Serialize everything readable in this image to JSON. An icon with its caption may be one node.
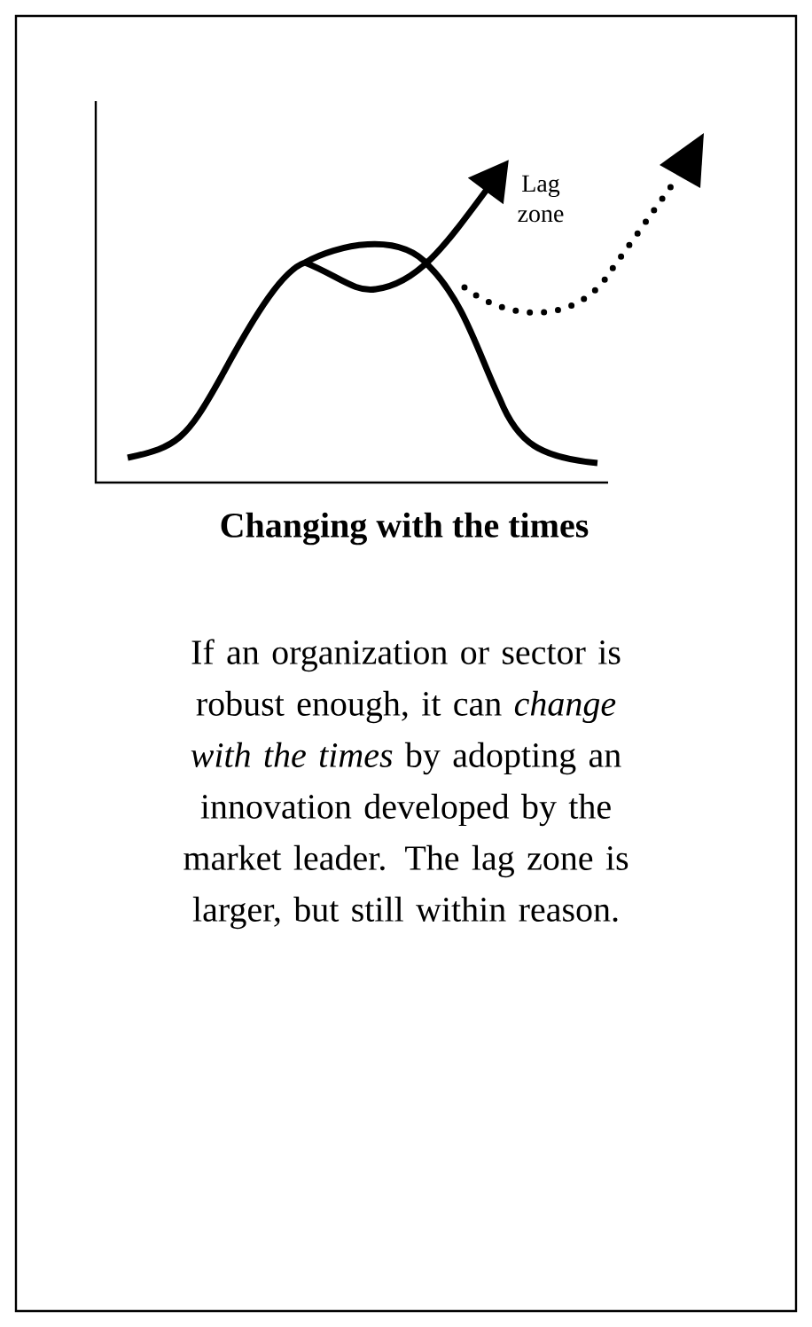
{
  "diagram": {
    "title": "Changing with the times",
    "caption": "If an organization or sector is robust enough, it can *change with the times* by adopting an innovation developed by the market leader. The lag zone is larger, but still within reason.",
    "labels": [
      "Lag zone"
    ]
  }
}
